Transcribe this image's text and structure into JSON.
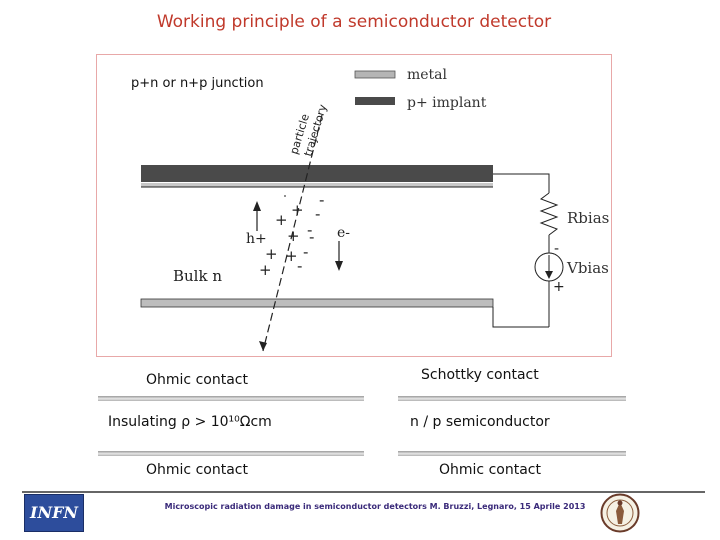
{
  "title": "Working principle of a semiconductor detector",
  "diagram": {
    "junction_label": "p+n or n+p junction",
    "legend": {
      "metal": "metal",
      "implant": "p+ implant"
    },
    "trajectory_label_1": "particle",
    "trajectory_label_2": "trajectory",
    "bulk_label": "Bulk n",
    "hole_label": "h+",
    "electron_label": "e-",
    "rbias_label": "Rbias",
    "vbias_label": "Vbias",
    "plus": "+",
    "minus": "-"
  },
  "left_stack": {
    "top": "Ohmic contact",
    "middle": "Insulating ρ > 10¹⁰Ωcm",
    "bottom": "Ohmic contact"
  },
  "right_stack": {
    "top": "Schottky contact",
    "middle": "n / p semiconductor",
    "bottom": "Ohmic contact"
  },
  "footer": {
    "text": "Microscopic radiation damage in semiconductor detectors M. Bruzzi, Legnaro, 15 Aprile 2013",
    "logo": "INFN"
  },
  "colors": {
    "title": "#c0392b",
    "figure_border": "#e8a8a8",
    "implant": "#4a4a4a",
    "metal": "#b5b5b5"
  }
}
